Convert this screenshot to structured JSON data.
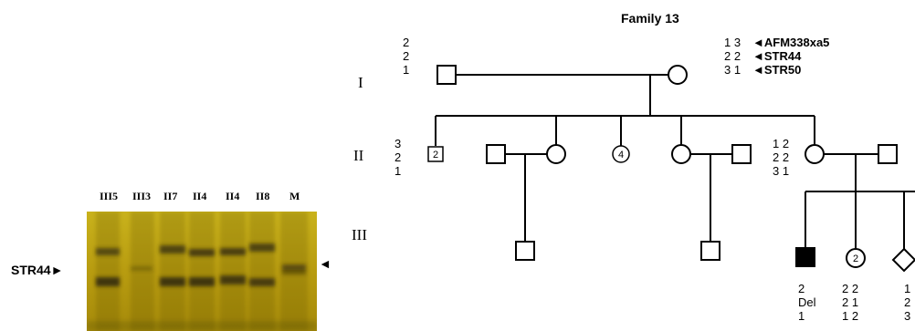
{
  "gel": {
    "lane_labels": [
      "III5",
      "III3",
      "II7",
      "II4",
      "II4",
      "II8",
      "M"
    ],
    "band_label": "STR44►",
    "right_arrow": "◄"
  },
  "pedigree": {
    "title": "Family 13",
    "generations": [
      "I",
      "II",
      "III"
    ],
    "gen1_left_alleles": [
      "2",
      "2",
      "1"
    ],
    "gen1_right_alleles": [
      "1 3",
      "2 2",
      "3 1"
    ],
    "markers": [
      "◄AFM338xa5",
      "◄STR44",
      "◄STR50"
    ],
    "gen2_left_alleles": [
      "3",
      "2",
      "1"
    ],
    "gen2_right_alleles": [
      "1 2",
      "2 2",
      "3 1"
    ],
    "gen2_sibling_count_male": "2",
    "gen2_sibling_count_female": "4",
    "gen3_circle_count": "2",
    "gen3_col1_alleles": [
      "2",
      "Del",
      "1"
    ],
    "gen3_col2_alleles": [
      "2 2",
      "2 1",
      "1 2"
    ],
    "gen3_col3_alleles": [
      "1",
      "2",
      "3"
    ]
  }
}
